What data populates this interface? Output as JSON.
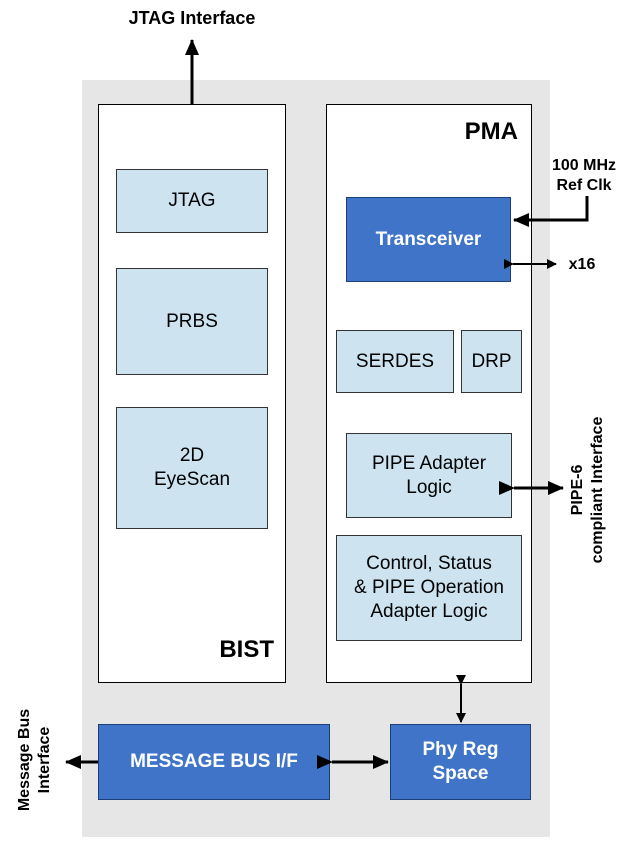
{
  "top_interface": "JTAG Interface",
  "bist": {
    "title": "BIST",
    "blocks": [
      "JTAG",
      "PRBS",
      "2D\nEyeScan"
    ]
  },
  "pma": {
    "title": "PMA",
    "transceiver": "Transceiver",
    "serdes": "SERDES",
    "drp": "DRP",
    "pipe_adapter": "PIPE Adapter\nLogic",
    "control": "Control, Status\n& PIPE Operation\nAdapter Logic"
  },
  "ref_clk": "100 MHz\nRef Clk",
  "lanes": "x16",
  "pipe_interface": "PIPE-6\ncompliant Interface",
  "message_bus_if": "MESSAGE BUS I/F",
  "phy_reg": "Phy Reg\nSpace",
  "message_bus_interface": "Message Bus\nInterface",
  "colors": {
    "dark_block": "#3f74c9",
    "light_block": "#cde4f0",
    "background_panel": "#e6e6e6"
  }
}
